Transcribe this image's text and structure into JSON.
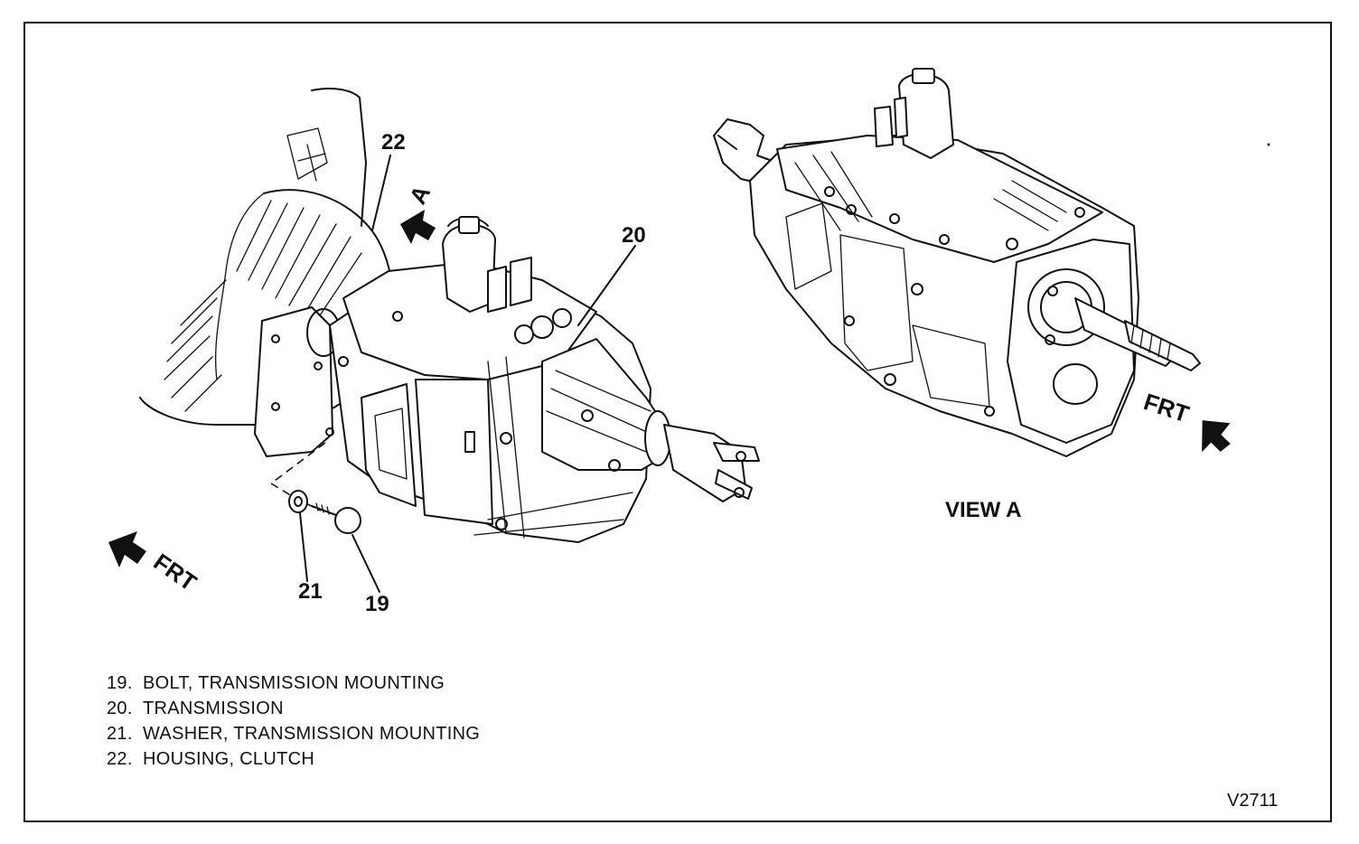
{
  "callouts": {
    "c19": "19",
    "c20": "20",
    "c21": "21",
    "c22": "22"
  },
  "arrows": {
    "view_marker": "A",
    "front_left": "FRT",
    "front_right": "FRT"
  },
  "view_label": "VIEW A",
  "legend": [
    {
      "num": "19.",
      "text": "BOLT, TRANSMISSION MOUNTING"
    },
    {
      "num": "20.",
      "text": "TRANSMISSION"
    },
    {
      "num": "21.",
      "text": "WASHER, TRANSMISSION MOUNTING"
    },
    {
      "num": "22.",
      "text": "HOUSING, CLUTCH"
    }
  ],
  "figure_code": "V2711"
}
